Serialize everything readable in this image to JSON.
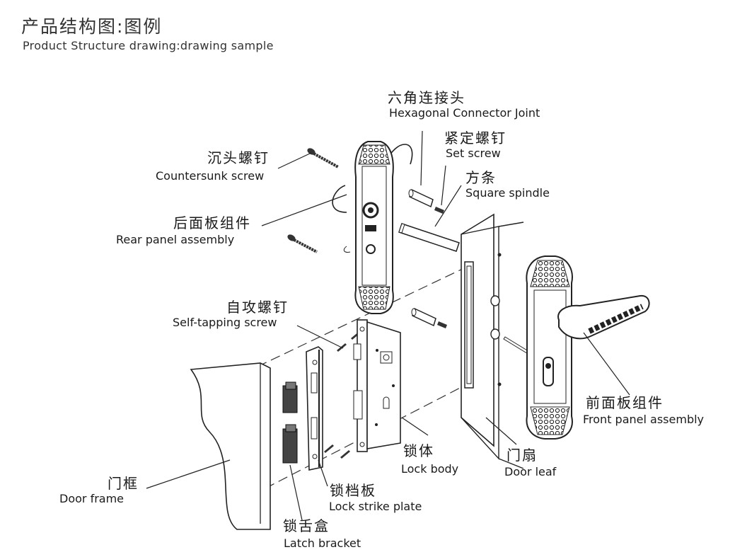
{
  "header": {
    "title_cn": "产品结构图:图例",
    "title_en": "Product Structure drawing:drawing sample"
  },
  "labels": {
    "hex_joint": {
      "cn": "六角连接头",
      "en": "Hexagonal  Connector Joint"
    },
    "set_screw": {
      "cn": "紧定螺钉",
      "en": "Set screw"
    },
    "spindle": {
      "cn": "方条",
      "en": "Square spindle"
    },
    "countersunk": {
      "cn": "沉头螺钉",
      "en": "Countersunk screw"
    },
    "rear_panel": {
      "cn": "后面板组件",
      "en": "Rear panel assembly"
    },
    "self_tap": {
      "cn": "自攻螺钉",
      "en": "Self-tapping screw"
    },
    "front_panel": {
      "cn": "前面板组件",
      "en": "Front panel assembly"
    },
    "lock_body": {
      "cn": "锁体",
      "en": "Lock body"
    },
    "door_leaf": {
      "cn": "门扇",
      "en": "Door leaf"
    },
    "door_frame": {
      "cn": "门框",
      "en": "Door frame"
    },
    "strike": {
      "cn": "锁档板",
      "en": "Lock strike plate"
    },
    "latch": {
      "cn": "锁舌盒",
      "en": "Latch bracket"
    }
  }
}
